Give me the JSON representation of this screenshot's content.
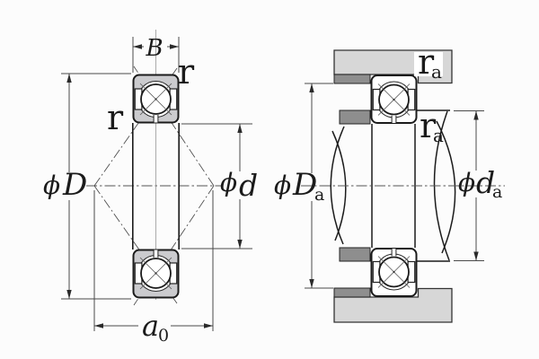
{
  "figure": {
    "type": "angular-contact-ball-bearing-dimension-diagram",
    "labels": {
      "phi": "ϕ",
      "front_view": {
        "width": "B",
        "chamfer_outer": "r",
        "chamfer_inner": "r",
        "outer_diameter": "D",
        "bore_diameter": "d",
        "load_center_distance": "a",
        "load_center_distance_sub": "0"
      },
      "mounted_view": {
        "housing_fillet": "r",
        "housing_fillet_sub": "a",
        "shaft_fillet": "r",
        "shaft_fillet_sub": "a",
        "housing_shoulder_diameter": "D",
        "housing_shoulder_diameter_sub": "a",
        "shaft_shoulder_diameter": "d",
        "shaft_shoulder_diameter_sub": "a"
      }
    },
    "colors": {
      "background": "#fcfcfc",
      "ring_fill": "#cbcbce",
      "bearing_fill": "#ffffff",
      "housing_fill": "#d7d7d7",
      "shoulder_fill": "#8e8e8e",
      "outline": "#1b1b1b",
      "dim_line": "#4a4a4a"
    }
  }
}
